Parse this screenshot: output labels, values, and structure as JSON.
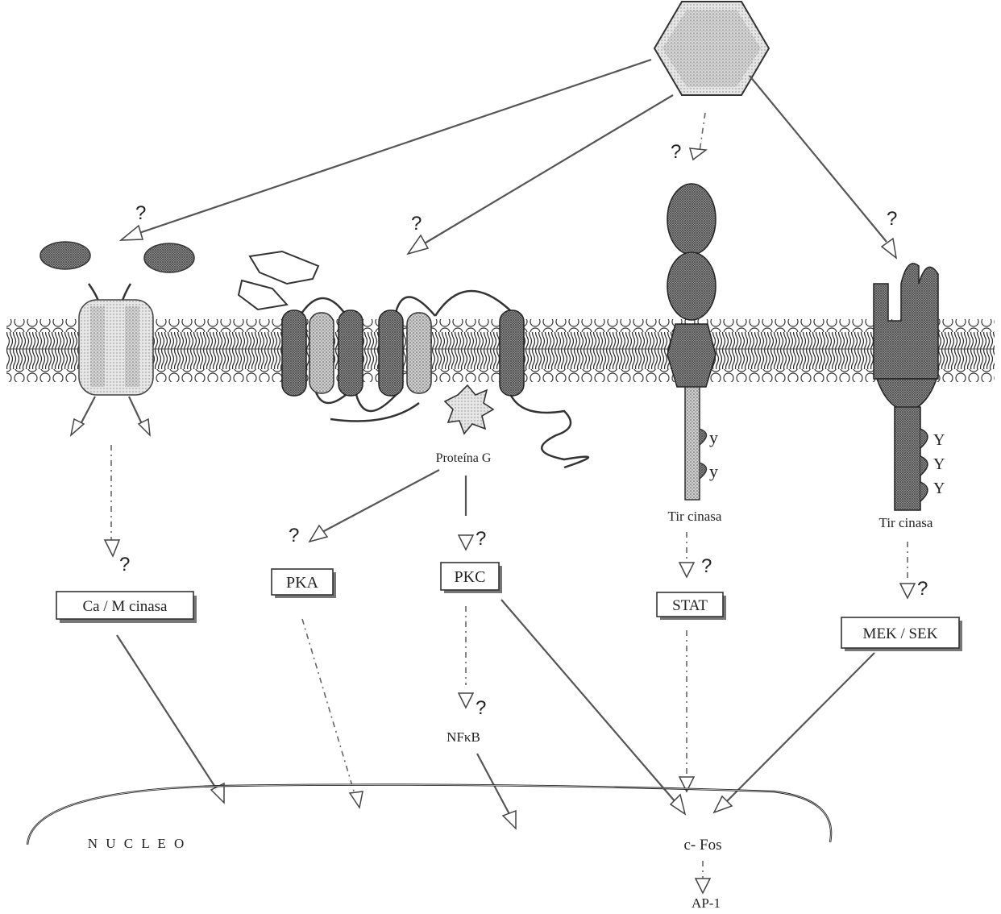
{
  "ligand": {
    "label": ""
  },
  "question_mark": "?",
  "membrane_proteins": {
    "g_protein": "Proteína G",
    "tyr_kinase_left": "Tir cinasa",
    "tyr_kinase_right": "Tir cinasa",
    "tyrosine_mark": "y",
    "tyrosine_mark_upper": "Y"
  },
  "kinases": {
    "camk": "Ca / M cinasa",
    "pka": "PKA",
    "pkc": "PKC",
    "stat": "STAT",
    "mek": "MEK / SEK",
    "nfkb": "NFκB"
  },
  "nucleus": {
    "label": "N U C L E O",
    "cfos": "c- Fos",
    "ap1": "AP-1"
  }
}
